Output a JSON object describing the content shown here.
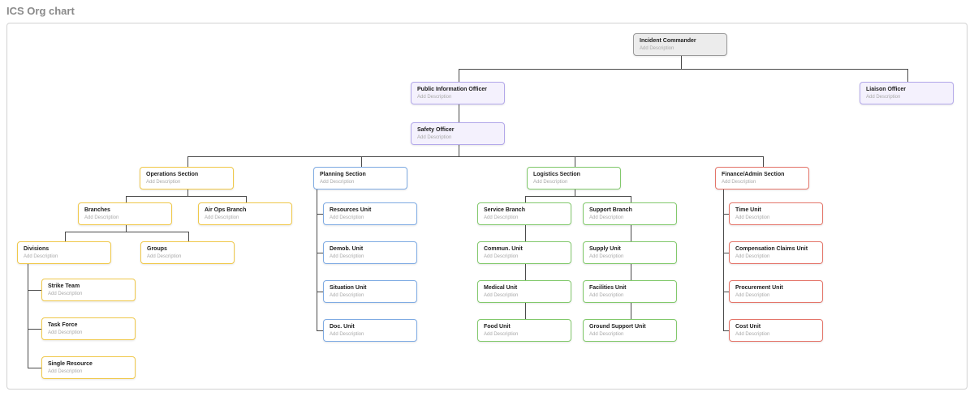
{
  "page_title": "ICS Org chart",
  "add_description_label": "Add Description",
  "colors": {
    "commander": {
      "border": "#9a9a9a",
      "bg": "#ececec"
    },
    "officer": {
      "border": "#b3a8ea",
      "bg": "#f4f1fd"
    },
    "operations": {
      "border": "#f0c84a",
      "bg": "#ffffff"
    },
    "planning": {
      "border": "#7fabe3",
      "bg": "#ffffff"
    },
    "logistics": {
      "border": "#82c96c",
      "bg": "#ffffff"
    },
    "finance": {
      "border": "#e4756a",
      "bg": "#ffffff"
    },
    "connector": "#4a4a4a"
  },
  "nodes": [
    {
      "id": "incident-commander",
      "title": "Incident Commander",
      "subtitle": "Add Description",
      "group": "commander"
    },
    {
      "id": "public-information-officer",
      "title": "Public Information Officer",
      "subtitle": "Add Description",
      "group": "officer"
    },
    {
      "id": "liaison-officer",
      "title": "Liaison Officer",
      "subtitle": "Add Description",
      "group": "officer"
    },
    {
      "id": "safety-officer",
      "title": "Safety Officer",
      "subtitle": "Add Description",
      "group": "officer"
    },
    {
      "id": "operations-section",
      "title": "Operations Section",
      "subtitle": "Add Description",
      "group": "operations"
    },
    {
      "id": "branches",
      "title": "Branches",
      "subtitle": "Add Description",
      "group": "operations"
    },
    {
      "id": "air-ops-branch",
      "title": "Air Ops Branch",
      "subtitle": "Add Description",
      "group": "operations"
    },
    {
      "id": "divisions",
      "title": "Divisions",
      "subtitle": "Add Description",
      "group": "operations"
    },
    {
      "id": "groups",
      "title": "Groups",
      "subtitle": "Add Description",
      "group": "operations"
    },
    {
      "id": "strike-team",
      "title": "Strike Team",
      "subtitle": "Add Description",
      "group": "operations"
    },
    {
      "id": "task-force",
      "title": "Task Force",
      "subtitle": "Add Description",
      "group": "operations"
    },
    {
      "id": "single-resource",
      "title": "Single Resource",
      "subtitle": "Add Description",
      "group": "operations"
    },
    {
      "id": "planning-section",
      "title": "Planning Section",
      "subtitle": "Add Description",
      "group": "planning"
    },
    {
      "id": "resources-unit",
      "title": "Resources Unit",
      "subtitle": "Add Description",
      "group": "planning"
    },
    {
      "id": "demob-unit",
      "title": "Demob. Unit",
      "subtitle": "Add Description",
      "group": "planning"
    },
    {
      "id": "situation-unit",
      "title": "Situation Unit",
      "subtitle": "Add Description",
      "group": "planning"
    },
    {
      "id": "doc-unit",
      "title": "Doc. Unit",
      "subtitle": "Add Description",
      "group": "planning"
    },
    {
      "id": "logistics-section",
      "title": "Logistics Section",
      "subtitle": "Add Description",
      "group": "logistics"
    },
    {
      "id": "service-branch",
      "title": "Service Branch",
      "subtitle": "Add Description",
      "group": "logistics"
    },
    {
      "id": "support-branch",
      "title": "Support Branch",
      "subtitle": "Add Description",
      "group": "logistics"
    },
    {
      "id": "commun-unit",
      "title": "Commun. Unit",
      "subtitle": "Add Description",
      "group": "logistics"
    },
    {
      "id": "supply-unit",
      "title": "Supply Unit",
      "subtitle": "Add Description",
      "group": "logistics"
    },
    {
      "id": "medical-unit",
      "title": "Medical Unit",
      "subtitle": "Add Description",
      "group": "logistics"
    },
    {
      "id": "facilities-unit",
      "title": "Facilities Unit",
      "subtitle": "Add Description",
      "group": "logistics"
    },
    {
      "id": "food-unit",
      "title": "Food Unit",
      "subtitle": "Add Description",
      "group": "logistics"
    },
    {
      "id": "ground-support-unit",
      "title": "Ground Support Unit",
      "subtitle": "Add Description",
      "group": "logistics"
    },
    {
      "id": "finance-admin-section",
      "title": "Finance/Admin Section",
      "subtitle": "Add Description",
      "group": "finance"
    },
    {
      "id": "time-unit",
      "title": "Time Unit",
      "subtitle": "Add Description",
      "group": "finance"
    },
    {
      "id": "compensation-claims-unit",
      "title": "Compensation Claims Unit",
      "subtitle": "Add Description",
      "group": "finance"
    },
    {
      "id": "procurement-unit",
      "title": "Procurement Unit",
      "subtitle": "Add Description",
      "group": "finance"
    },
    {
      "id": "cost-unit",
      "title": "Cost Unit",
      "subtitle": "Add Description",
      "group": "finance"
    }
  ]
}
